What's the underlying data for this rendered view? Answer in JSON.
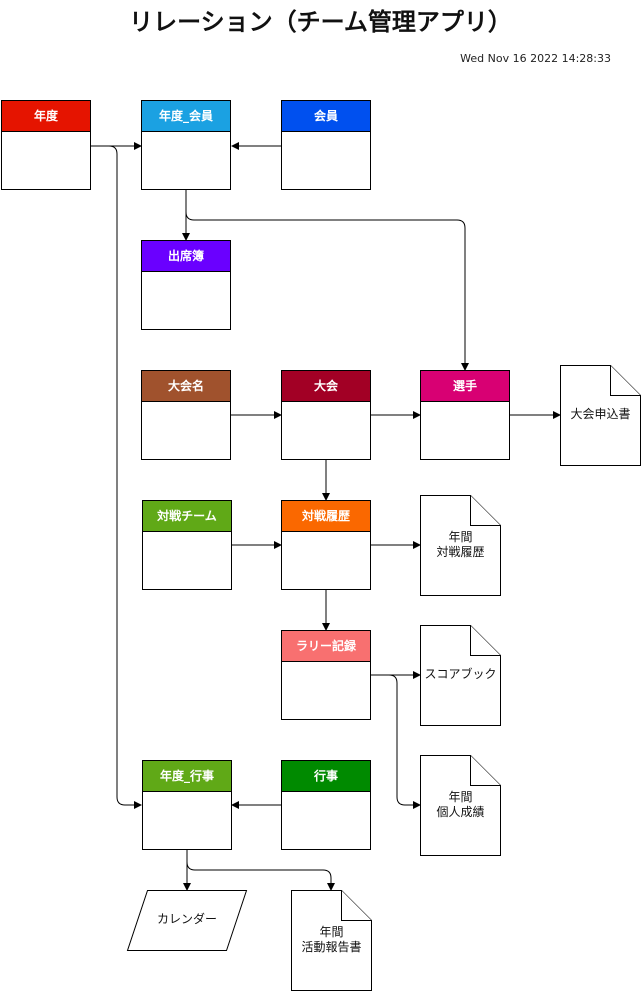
{
  "title": "リレーション（チーム管理アプリ）",
  "timestamp": "Wed Nov 16 2022 14:28:33",
  "entities": {
    "nendo": {
      "label": "年度",
      "color": "#e51400"
    },
    "nendo_kaiin": {
      "label": "年度_会員",
      "color": "#1ba1e2"
    },
    "kaiin": {
      "label": "会員",
      "color": "#0050ef"
    },
    "shussekibo": {
      "label": "出席簿",
      "color": "#6a00ff"
    },
    "taikaimei": {
      "label": "大会名",
      "color": "#a0522d"
    },
    "taikai": {
      "label": "大会",
      "color": "#a20025"
    },
    "senshu": {
      "label": "選手",
      "color": "#d80073"
    },
    "taisen_team": {
      "label": "対戦チーム",
      "color": "#60a917"
    },
    "taisen_rireki": {
      "label": "対戦履歴",
      "color": "#fa6800"
    },
    "rally_kiroku": {
      "label": "ラリー記録",
      "color": "#f87070"
    },
    "nendo_gyoji": {
      "label": "年度_行事",
      "color": "#60a917"
    },
    "gyoji": {
      "label": "行事",
      "color": "#008a00"
    }
  },
  "documents": {
    "taikai_moushikomi": "大会申込書",
    "nenkan_taisen": "年間\n対戦履歴",
    "score_book": "スコアブック",
    "nenkan_kojin": "年間\n個人成績",
    "nenkan_katsudo": "年間\n活動報告書"
  },
  "calendar": "カレンダー"
}
